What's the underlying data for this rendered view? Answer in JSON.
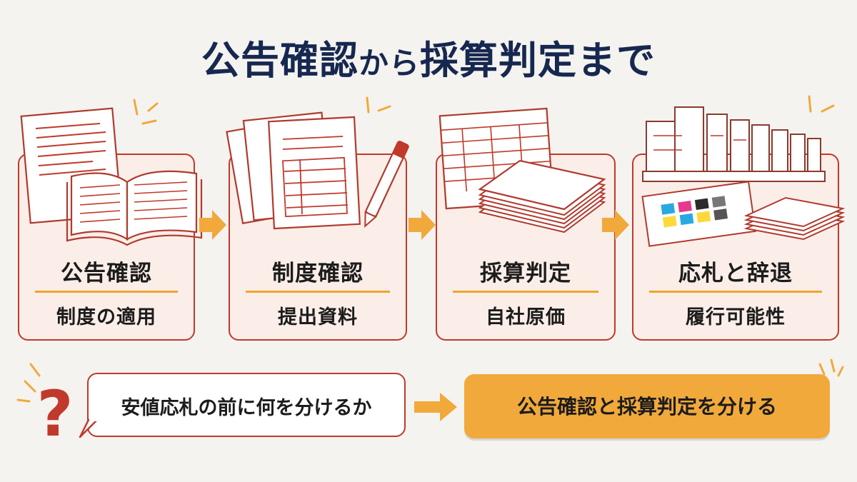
{
  "title": {
    "part1": "公告確認",
    "part2": "から",
    "part3": "採算判定まで"
  },
  "steps": [
    {
      "label": "公告確認",
      "sub": "制度の適用",
      "icon": "documents-and-open-book-icon"
    },
    {
      "label": "制度確認",
      "sub": "提出資料",
      "icon": "forms-and-pen-icon"
    },
    {
      "label": "採算判定",
      "sub": "自社原価",
      "icon": "spreadsheet-and-paper-stack-icon"
    },
    {
      "label": "応札と辞退",
      "sub": "履行可能性",
      "icon": "printing-press-icon"
    }
  ],
  "question": {
    "text": "安値応札の前に何を分けるか",
    "icon": "question-mark-icon"
  },
  "answer": {
    "text": "公告確認と採算判定を分ける"
  },
  "colors": {
    "accent": "#f2a93b",
    "border": "#c0392b",
    "title": "#16284f",
    "card_bg": "#fbede8"
  }
}
